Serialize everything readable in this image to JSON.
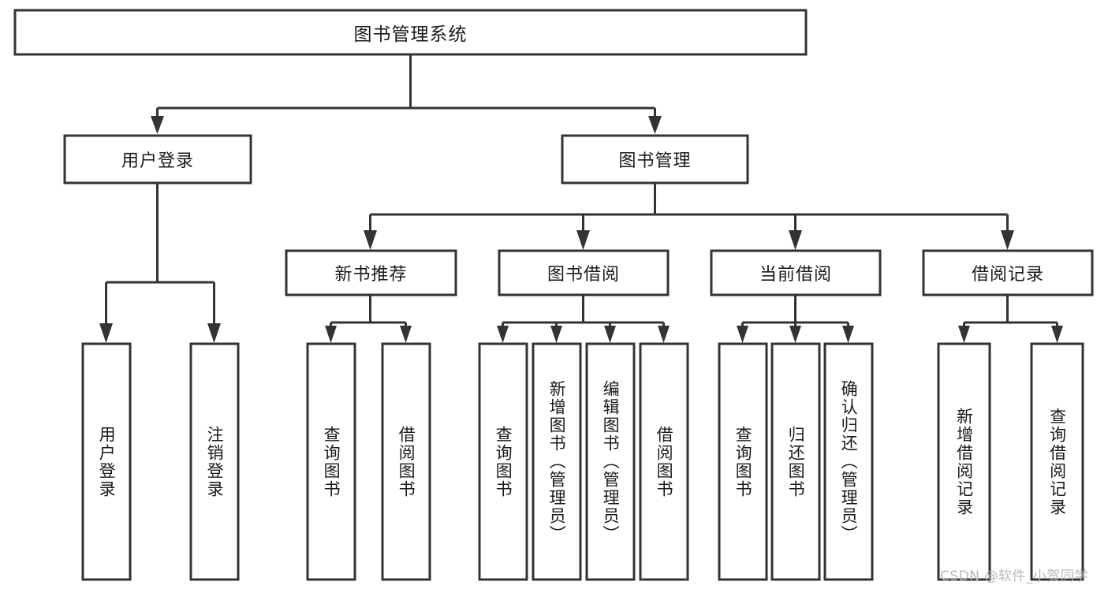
{
  "diagram": {
    "kind": "functional-decomposition-tree",
    "title": "图书管理系统",
    "root": {
      "id": "root",
      "label": "图书管理系统",
      "level": 1,
      "orientation": "horizontal"
    },
    "level2": [
      {
        "id": "user-login",
        "label": "用户登录",
        "orientation": "horizontal"
      },
      {
        "id": "book-manage",
        "label": "图书管理",
        "orientation": "horizontal"
      }
    ],
    "level3": [
      {
        "id": "new-book-recommend",
        "label": "新书推荐",
        "parent": "book-manage",
        "orientation": "horizontal"
      },
      {
        "id": "book-borrow",
        "label": "图书借阅",
        "parent": "book-manage",
        "orientation": "horizontal"
      },
      {
        "id": "current-borrow",
        "label": "当前借阅",
        "parent": "book-manage",
        "orientation": "horizontal"
      },
      {
        "id": "borrow-record",
        "label": "借阅记录",
        "parent": "book-manage",
        "orientation": "horizontal"
      }
    ],
    "leaves": [
      {
        "id": "leaf-user-login",
        "label": "用户登录",
        "parent": "user-login",
        "orientation": "vertical"
      },
      {
        "id": "leaf-user-logout",
        "label": "注销登录",
        "parent": "user-login",
        "orientation": "vertical"
      },
      {
        "id": "leaf-query-book-1",
        "label": "查询图书",
        "parent": "new-book-recommend",
        "orientation": "vertical"
      },
      {
        "id": "leaf-borrow-book-1",
        "label": "借阅图书",
        "parent": "new-book-recommend",
        "orientation": "vertical"
      },
      {
        "id": "leaf-query-book-2",
        "label": "查询图书",
        "parent": "book-borrow",
        "orientation": "vertical"
      },
      {
        "id": "leaf-add-book",
        "label": "新增图书（管理员）",
        "parent": "book-borrow",
        "orientation": "vertical"
      },
      {
        "id": "leaf-edit-book",
        "label": "编辑图书（管理员）",
        "parent": "book-borrow",
        "orientation": "vertical"
      },
      {
        "id": "leaf-borrow-book-2",
        "label": "借阅图书",
        "parent": "book-borrow",
        "orientation": "vertical"
      },
      {
        "id": "leaf-query-book-3",
        "label": "查询图书",
        "parent": "current-borrow",
        "orientation": "vertical"
      },
      {
        "id": "leaf-return-book",
        "label": "归还图书",
        "parent": "current-borrow",
        "orientation": "vertical"
      },
      {
        "id": "leaf-confirm-return",
        "label": "确认归还（管理员）",
        "parent": "current-borrow",
        "orientation": "vertical"
      },
      {
        "id": "leaf-add-record",
        "label": "新增借阅记录",
        "parent": "borrow-record",
        "orientation": "vertical"
      },
      {
        "id": "leaf-query-record",
        "label": "查询借阅记录",
        "parent": "borrow-record",
        "orientation": "vertical"
      }
    ],
    "watermark": "CSDN @软件_小贺同学",
    "colors": {
      "box_stroke": "#333333",
      "box_fill": "#ffffff",
      "text": "#1a1a1a",
      "connector": "#333333",
      "watermark": "#b8b8b8",
      "background": "#ffffff"
    }
  }
}
